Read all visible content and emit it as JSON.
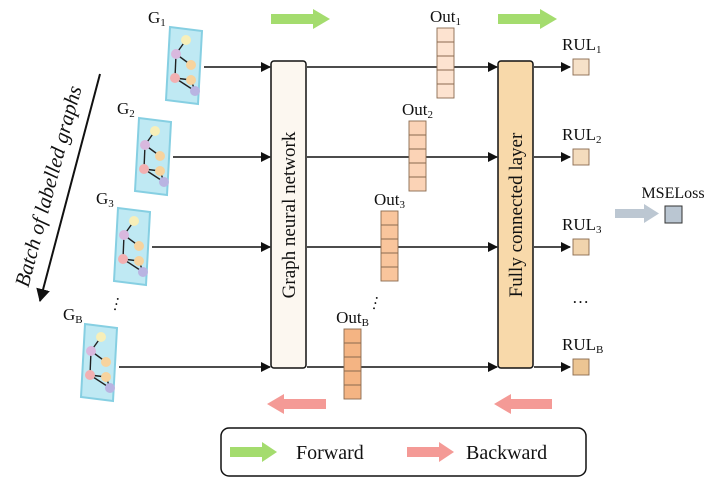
{
  "graph_label_prefix": "G",
  "graphs": [
    {
      "subscript": "1"
    },
    {
      "subscript": "2"
    },
    {
      "subscript": "3"
    },
    {
      "subscript": "B"
    }
  ],
  "out_label_prefix": "Out",
  "outs": [
    {
      "subscript": "1"
    },
    {
      "subscript": "2"
    },
    {
      "subscript": "3"
    },
    {
      "subscript": "B"
    }
  ],
  "rul_label_prefix": "RUL",
  "ruls": [
    {
      "subscript": "1"
    },
    {
      "subscript": "2"
    },
    {
      "subscript": "3"
    },
    {
      "subscript": "B"
    }
  ],
  "ellipsis": "…",
  "gnn_label": "Graph neural network",
  "fc_label": "Fully connected layer",
  "batch_label": "Batch of labelled graphs",
  "loss_label": "MSELoss",
  "legend": {
    "forward_label": "Forward",
    "backward_label": "Backward"
  },
  "colors": {
    "graph_fill": "#bfe9f3",
    "graph_stroke": "#86cfe2",
    "gnn_fill": "#fcf7f0",
    "fc_fill": "#f8d9aa",
    "forward_arrow": "#a4dc6e",
    "backward_arrow": "#f49a96",
    "loss_arrow": "#bcc7d2",
    "loss_box": "#bac6d2",
    "out_colors": [
      "#fde3d0",
      "#fbd3b6",
      "#f9c59c",
      "#f4b483"
    ],
    "rul_colors": [
      "#f6e1c8",
      "#f4dcbd",
      "#f1d4ad",
      "#ecc593"
    ]
  }
}
